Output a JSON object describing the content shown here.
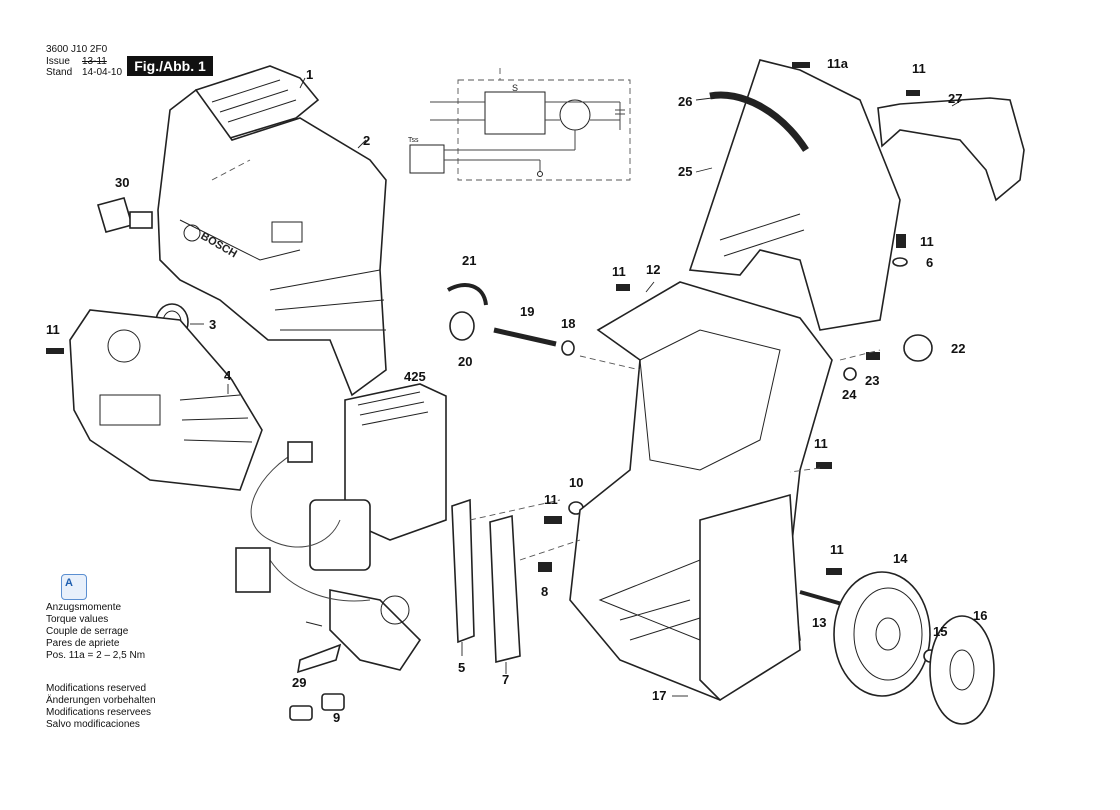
{
  "header": {
    "doc_number": "3600 J10 2F0",
    "issue_label": "Issue",
    "issue_value": "13-11",
    "stand_label": "Stand",
    "stand_value": "14-04-10",
    "figure_label": "Fig./Abb. 1"
  },
  "torque_notes": {
    "lines": [
      "Anzugsmomente",
      "Torque values",
      "Couple de serrage",
      "Pares de apriete",
      "Pos. 11a = 2 – 2,5 Nm"
    ]
  },
  "reserved_notes": {
    "lines": [
      "Modifications reserved",
      "Änderungen vorbehalten",
      "Modifications reservees",
      "Salvo modificaciones"
    ]
  },
  "part_labels": {
    "p1": "1",
    "p2": "2",
    "p3": "3",
    "p4": "4",
    "p5": "5",
    "p6": "6",
    "p7": "7",
    "p8": "8",
    "p9": "9",
    "p10": "10",
    "p11": "11",
    "p11a": "11a",
    "p12": "12",
    "p13": "13",
    "p14": "14",
    "p15": "15",
    "p16": "16",
    "p17": "17",
    "p18": "18",
    "p19": "19",
    "p20": "20",
    "p21": "21",
    "p22": "22",
    "p23": "23",
    "p24": "24",
    "p25": "25",
    "p26": "26",
    "p27": "27",
    "p29": "29",
    "p30": "30",
    "p425": "425"
  },
  "schematic": {
    "switch_label": "S",
    "tss_label": "Tss"
  },
  "brand_mark": "BOSCH"
}
